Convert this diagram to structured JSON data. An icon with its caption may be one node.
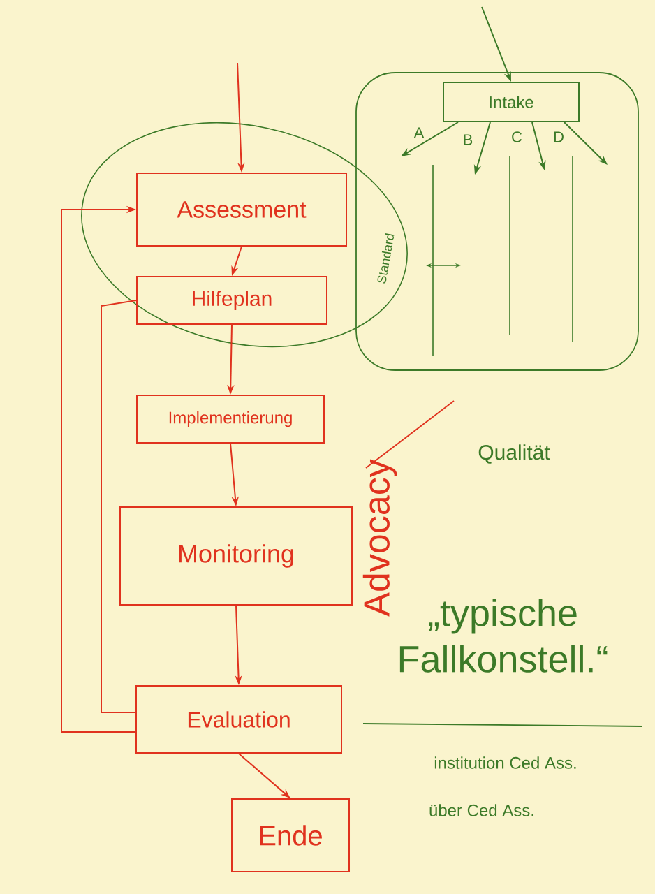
{
  "diagram": {
    "nodes": [
      {
        "text": [
          "Assessment"
        ]
      },
      {
        "text": [
          "Hilfeplan"
        ]
      },
      {
        "text": [
          "Implementierung"
        ]
      },
      {
        "text": [
          "Monitoring"
        ]
      },
      {
        "text": [
          "Evaluation"
        ]
      },
      {
        "text": [
          "Ende"
        ]
      },
      {
        "text": [
          "Intake"
        ]
      }
    ],
    "edges": [
      {
        "from": null,
        "to": 0,
        "arrow": "to"
      },
      {
        "from": 0,
        "to": 1,
        "arrow": "to"
      },
      {
        "from": 1,
        "to": 2,
        "arrow": "to"
      },
      {
        "from": 2,
        "to": 3,
        "arrow": "to"
      },
      {
        "from": 3,
        "to": 4,
        "arrow": "to"
      },
      {
        "from": 4,
        "to": 5,
        "arrow": "to"
      },
      {
        "from": 4,
        "to": 0,
        "arrow": "to"
      },
      {
        "from": 1,
        "to": 4,
        "arrow": "none"
      },
      {
        "from": null,
        "to": 6,
        "arrow": "to",
        "color": "#3c7a28"
      },
      {
        "from": 6,
        "to": null,
        "arrow": "to",
        "label": "A",
        "color": "#3c7a28"
      },
      {
        "from": 6,
        "to": null,
        "arrow": "to",
        "label": "B",
        "color": "#3c7a28"
      },
      {
        "from": 6,
        "to": null,
        "arrow": "to",
        "label": "C",
        "color": "#3c7a28"
      },
      {
        "from": 6,
        "to": null,
        "arrow": "to",
        "label": "D",
        "color": "#3c7a28"
      }
    ],
    "labels": [
      "Standard",
      "Advocacy",
      "Qualität",
      "„typische Fallkonstell.“",
      "institution Ced Ass.",
      "über Ced Ass."
    ]
  }
}
